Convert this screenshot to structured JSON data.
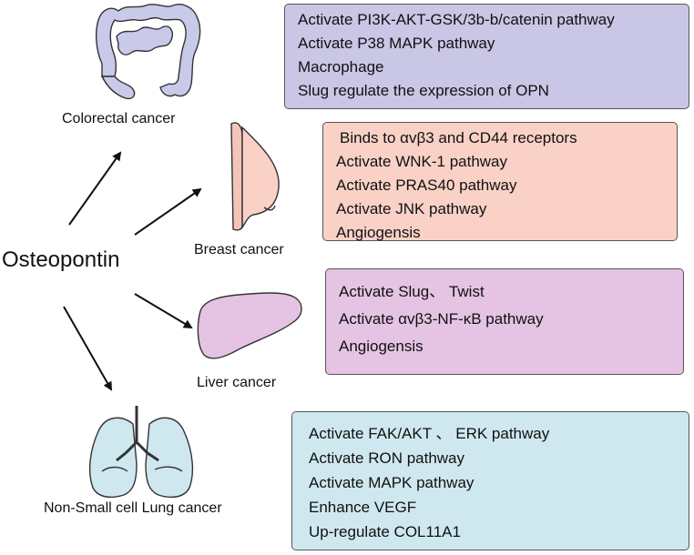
{
  "center": {
    "label": "Osteopontin"
  },
  "colors": {
    "colorectal_box": "#c9c6e6",
    "breast_box": "#f9d1c7",
    "liver_box": "#e4c3e3",
    "lung_box": "#cfe8f0",
    "colon_fill": "#c9c9ea",
    "breast_fill": "#f9d1c7",
    "liver_fill": "#e4c3e3",
    "lung_fill": "#cfe8f0"
  },
  "cancers": [
    {
      "id": "colorectal",
      "label": "Colorectal cancer",
      "icon": "colon-icon",
      "mechanisms": [
        "Activate PI3K-AKT-GSK/3b-b/catenin pathway",
        "Activate P38 MAPK pathway",
        "Macrophage",
        "Slug regulate the expression of OPN"
      ]
    },
    {
      "id": "breast",
      "label": "Breast cancer",
      "icon": "breast-icon",
      "mechanisms": [
        "Binds to αvβ3 and CD44 receptors",
        "Activate WNK-1 pathway",
        "Activate PRAS40 pathway",
        "Activate JNK pathway",
        "Angiogensis"
      ]
    },
    {
      "id": "liver",
      "label": "Liver cancer",
      "icon": "liver-icon",
      "mechanisms": [
        "Activate Slug、 Twist",
        "Activate αvβ3-NF-κB pathway",
        "Angiogensis"
      ]
    },
    {
      "id": "lung",
      "label": "Non-Small cell Lung cancer",
      "icon": "lungs-icon",
      "mechanisms": [
        "Activate FAK/AKT 、 ERK pathway",
        "Activate RON pathway",
        "Activate MAPK pathway",
        "Enhance VEGF",
        "Up-regulate COL11A1"
      ]
    }
  ]
}
